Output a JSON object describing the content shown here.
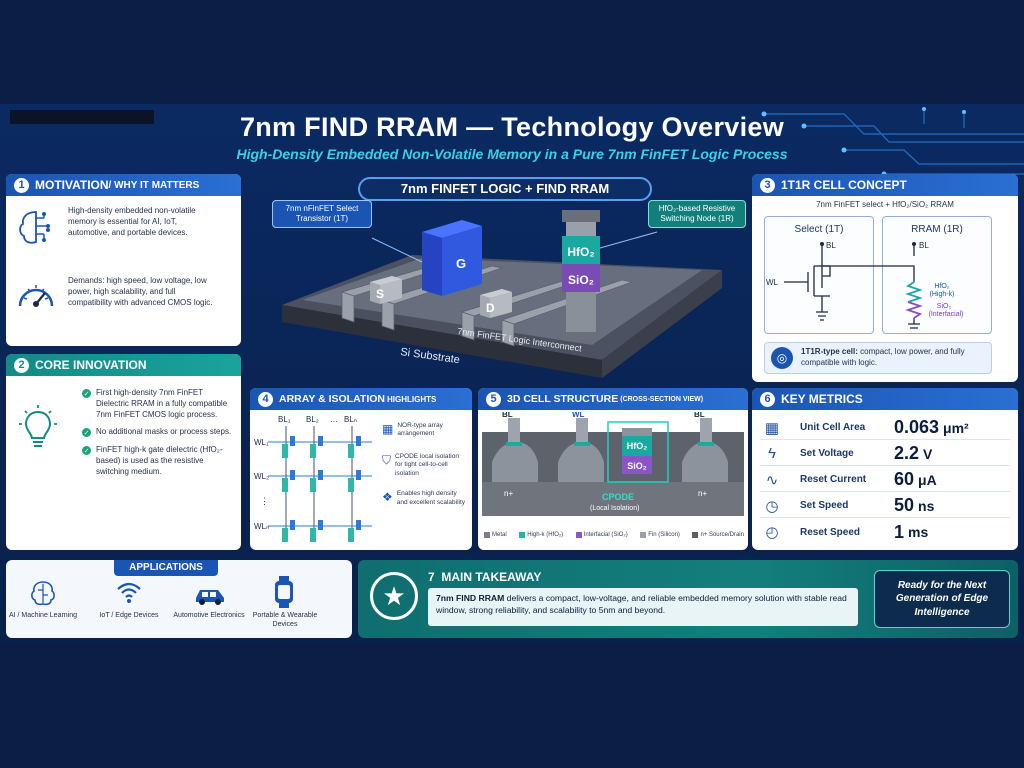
{
  "header": {
    "title": "7nm FIND RRAM — Technology Overview",
    "subtitle": "High-Density Embedded Non-Volatile Memory in a Pure 7nm FinFET Logic Process"
  },
  "motivation": {
    "num": "1",
    "title": "MOTIVATION",
    "title_suffix": " / WHY IT MATTERS",
    "text1": "High-density embedded non-volatile memory is essential for AI, IoT, automotive, and portable devices.",
    "text2": "Demands: high speed, low voltage, low power, high scalability, and full compatibility with advanced CMOS logic."
  },
  "core": {
    "num": "2",
    "title": "CORE INNOVATION",
    "items": [
      "First high-density 7nm FinFET Dielectric RRAM in a fully compatible 7nm FinFET CMOS logic process.",
      "No additional masks or process steps.",
      "FinFET high-k gate dielectric (HfO₂-based) is used as the resistive switching medium."
    ]
  },
  "center": {
    "title": "7nm FINFET LOGIC + FIND RRAM",
    "callout_left": "7nm nFinFET Select Transistor (1T)",
    "callout_right": "HfO₂-based Resistive Switching Node (1R)",
    "gate": "G",
    "source": "S",
    "drain": "D",
    "hfo2": "HfO₂",
    "sio2": "SiO₂",
    "interconnect": "7nm FinFET Logic Interconnect",
    "substrate": "Si Substrate"
  },
  "cell_concept": {
    "num": "3",
    "title": "1T1R CELL CONCEPT",
    "subtitle": "7nm FinFET select + HfO₂/SiO₂ RRAM",
    "select_label": "Select (1T)",
    "rram_label": "RRAM (1R)",
    "bl": "BL",
    "wl": "WL",
    "hfo2": "HfO₂",
    "highk": "(High-k)",
    "sio2": "SiO₂",
    "interfacial": "(Interfacial)",
    "note_bold": "1T1R-type cell:",
    "note": " compact, low power, and fully compatible with logic."
  },
  "array": {
    "num": "4",
    "title": "ARRAY & ISOLATION",
    "title_suffix": " HIGHLIGHTS",
    "bl1": "BL₁",
    "bl2": "BL₂",
    "bldots": "…",
    "bln": "BLₙ",
    "wl1": "WL₁",
    "wl2": "WL₂",
    "wldots": "⋮",
    "wln": "WLₙ",
    "feat1": "NOR-type array arrangement",
    "feat2": "CPODE local isolation for tight cell-to-cell isolation",
    "feat3": "Enables high density and excellent scalability"
  },
  "cross": {
    "num": "5",
    "title": "3D CELL STRUCTURE",
    "title_suffix": " (CROSS-SECTION VIEW)",
    "bl": "BL",
    "wl": "WL",
    "bl2": "BL",
    "hfo2": "HfO₂",
    "sio2": "SiO₂",
    "nplus1": "n+",
    "nplus2": "n+",
    "cpode": "CPODE",
    "cpode_sub": "(Local Isolation)",
    "legend": [
      {
        "label": "Metal",
        "color": "#7a7f88"
      },
      {
        "label": "High-k (HfO₂)",
        "color": "#1fb5ad"
      },
      {
        "label": "Interfacial (SiO₂)",
        "color": "#8a55c8"
      },
      {
        "label": "Fin (Silicon)",
        "color": "#9aa0a8"
      },
      {
        "label": "n+ Source/Drain",
        "color": "#595e66"
      }
    ]
  },
  "metrics": {
    "num": "6",
    "title": "KEY METRICS",
    "rows": [
      {
        "label": "Unit Cell Area",
        "value": "0.063",
        "unit": "μm²",
        "icon": "grid-icon"
      },
      {
        "label": "Set Voltage",
        "value": "2.2",
        "unit": "V",
        "icon": "bolt-icon"
      },
      {
        "label": "Reset Current",
        "value": "60",
        "unit": "μA",
        "icon": "wave-icon"
      },
      {
        "label": "Set Speed",
        "value": "50",
        "unit": "ns",
        "icon": "stopwatch-icon"
      },
      {
        "label": "Reset Speed",
        "value": "1",
        "unit": "ms",
        "icon": "clock-icon"
      }
    ]
  },
  "applications": {
    "title": "APPLICATIONS",
    "items": [
      "AI / Machine Learning",
      "IoT / Edge Devices",
      "Automotive Electronics",
      "Portable & Wearable Devices"
    ]
  },
  "takeaway": {
    "num": "7",
    "title": "MAIN TAKEAWAY",
    "bold": "7nm FIND RRAM",
    "text": " delivers a compact, low-voltage, and reliable embedded memory solution with stable read window, strong reliability, and scalability to 5nm and beyond.",
    "side": "Ready for the Next Generation of Edge Intelligence"
  }
}
